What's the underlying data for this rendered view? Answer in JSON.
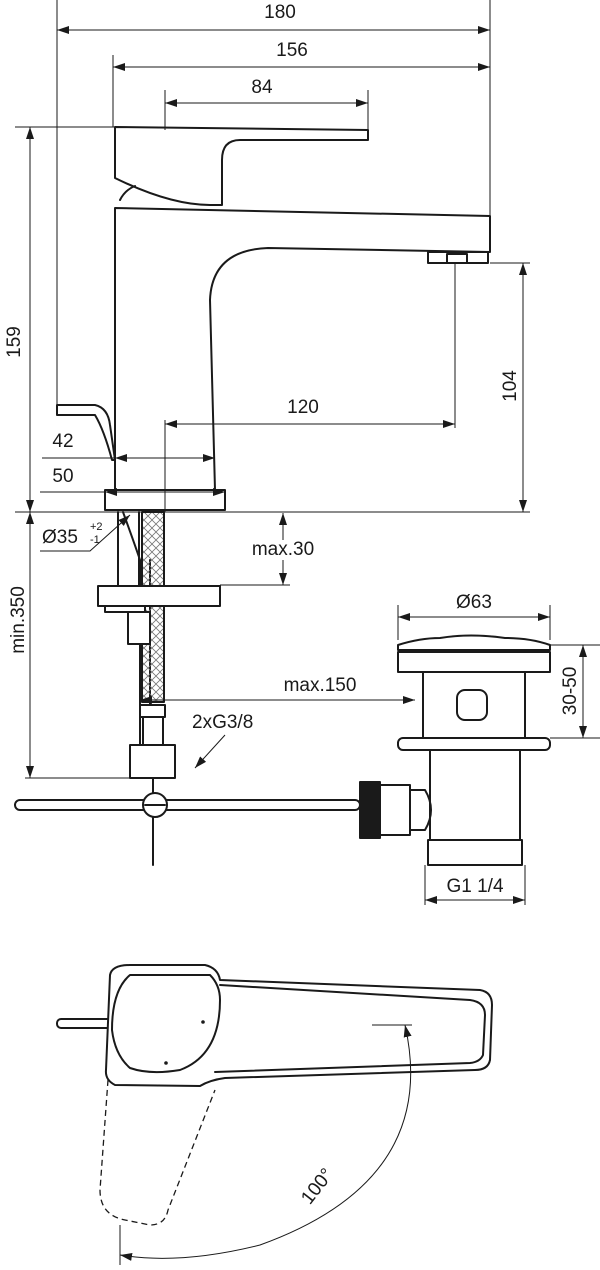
{
  "title": "Basin mixer technical drawing",
  "dimensions": {
    "overall_width": "180",
    "body_to_spout": "156",
    "lever_length": "84",
    "height": "159",
    "spout_height": "104",
    "spout_reach": "120",
    "body_width": "42",
    "base_width": "50",
    "hole_diameter": "Ø35",
    "hole_tol_plus": "+2",
    "hole_tol_minus": "-1",
    "max_deck": "max.30",
    "min_length": "min.350",
    "waste_diameter": "Ø63",
    "waste_height": "30-50",
    "max_rod": "max.150",
    "connections": "2xG3/8",
    "waste_thread": "G1 1/4",
    "rotation_angle": "100°"
  }
}
